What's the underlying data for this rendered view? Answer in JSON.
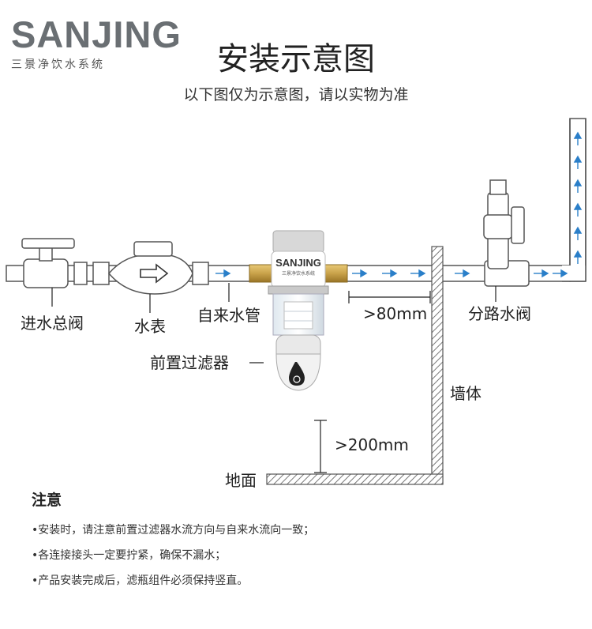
{
  "brand": {
    "name": "SANJING",
    "subtitle": "三景净饮水系统"
  },
  "header": {
    "title": "安装示意图",
    "subtitle": "以下图仅为示意图，请以实物为准"
  },
  "filter": {
    "brand": "SANJING",
    "brand_sub": "三景净饮水系统"
  },
  "labels": {
    "main_valve": "进水总阀",
    "water_meter": "水表",
    "tap_pipe": "自来水管",
    "pre_filter": "前置过滤器",
    "distance_wall": ">80mm",
    "branch_valve": "分路水阀",
    "wall": "墙体",
    "distance_floor": ">200mm",
    "floor": "地面"
  },
  "icons": {
    "flow": "arrow-right-icon",
    "drain": "water-drop-icon"
  },
  "notes": {
    "title": "注意",
    "items": [
      "•安装时，请注意前置过滤器水流方向与自来水流向一致；",
      "•各连接接头一定要拧紧，确保不漏水；",
      "•产品安装完成后，滤瓶组件必须保持竖直。"
    ]
  },
  "colors": {
    "pipe": "#ffffff",
    "pipe_stroke": "#555555",
    "flow_arrow": "#2a7fc9",
    "brass": "#c9a24a",
    "brand_gray": "#6a6f73"
  }
}
